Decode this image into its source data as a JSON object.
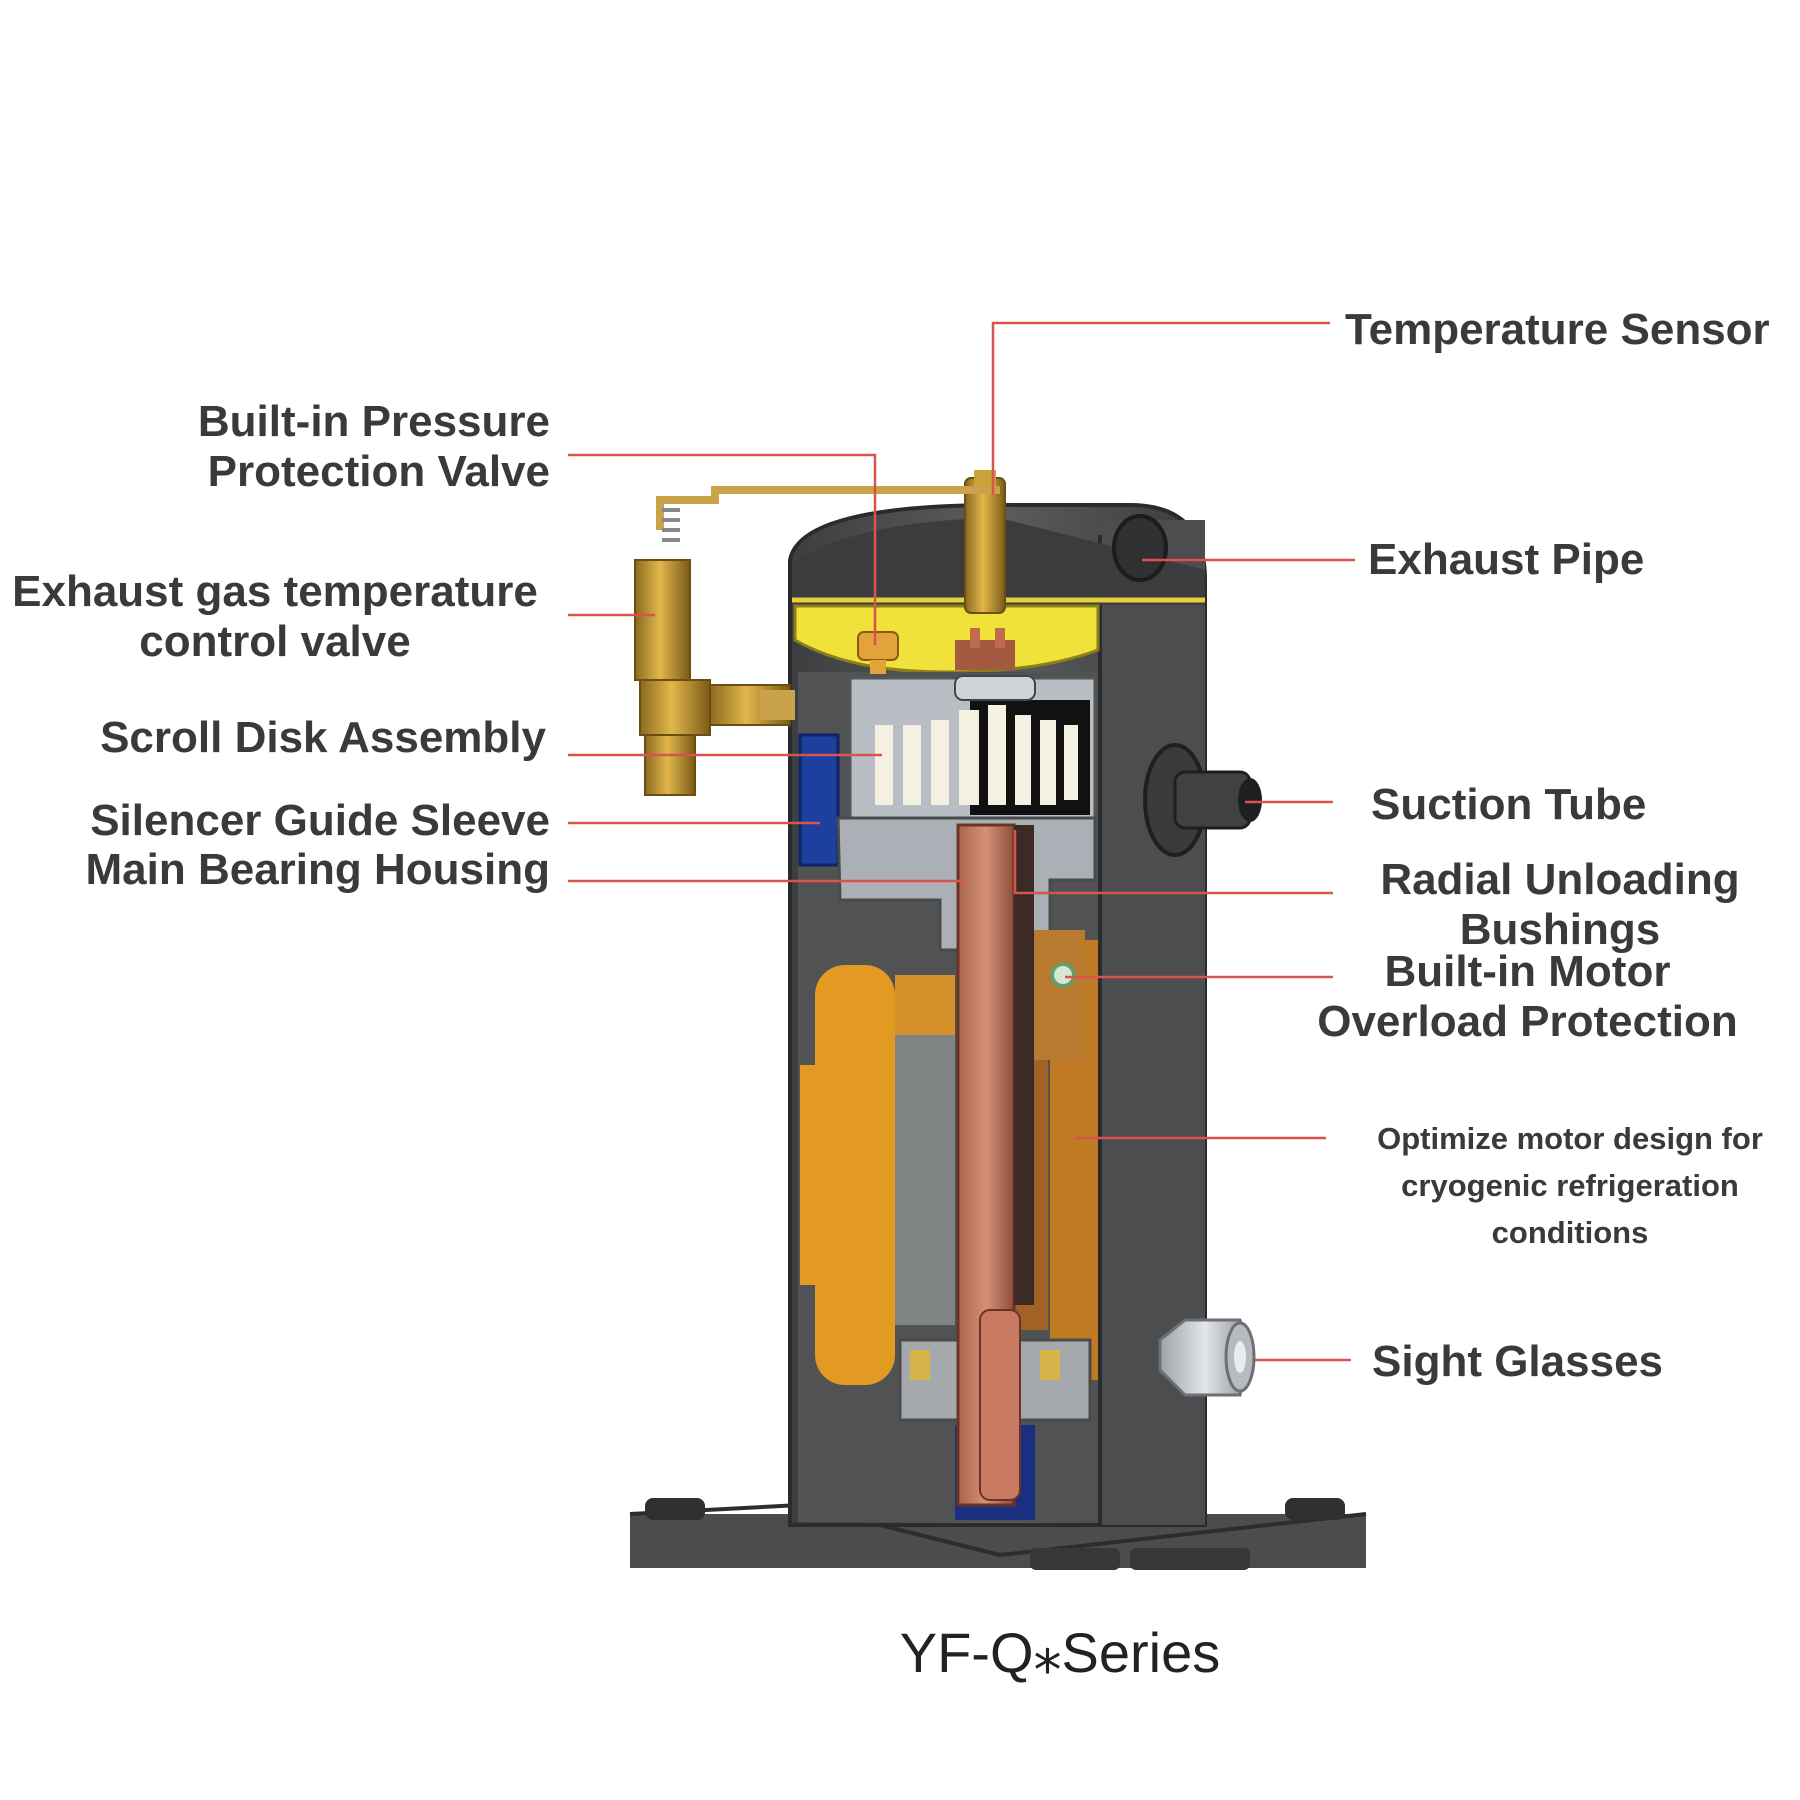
{
  "diagram": {
    "series_title": "YF-Q⁎Series",
    "labels": {
      "temperature_sensor": "Temperature Sensor",
      "pressure_valve": "Built-in Pressure\nProtection Valve",
      "exhaust_gas_valve": "Exhaust gas temperature\ncontrol valve",
      "scroll_disk": "Scroll Disk Assembly",
      "silencer_sleeve": "Silencer Guide Sleeve",
      "main_bearing": "Main Bearing Housing",
      "exhaust_pipe": "Exhaust Pipe",
      "suction_tube": "Suction Tube",
      "radial_bushings": "Radial Unloading\nBushings",
      "motor_overload": "Built-in Motor\nOverload Protection",
      "motor_design": "Optimize motor design for\ncryogenic refrigeration\nconditions",
      "sight_glasses": "Sight Glasses"
    },
    "colors": {
      "leader_line": "#d9534f",
      "shell": "#4d4f50",
      "label_text": "#3a3a3a"
    }
  }
}
